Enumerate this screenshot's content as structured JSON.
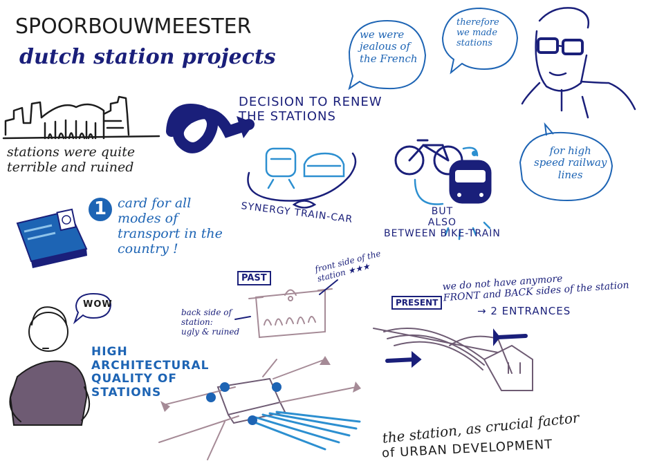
{
  "title": {
    "line1": "SPOORBOUWMEESTER",
    "line2": "dutch station projects"
  },
  "quotes": {
    "jealous": "we were\njealous of\nthe French",
    "therefore": "therefore\nwe made\nstations",
    "high_speed": "for high\nspeed railway\nlines",
    "wow": "WOW"
  },
  "stations_text": "stations were quite\nterrible and ruined",
  "decision_text": "DECISION TO RENEW\nTHE STATIONS",
  "synergy_text": "SYNERGY TRAIN-CAR",
  "bike_text": "BUT\nALSO\nBETWEEN BIKE-TRAIN",
  "card": {
    "number": "1",
    "text": "card for all\nmodes of\ntransport in the\ncountry !"
  },
  "past": {
    "label": "PAST",
    "front_text": "front side of the\nstation ★★★",
    "back_text": "back side of\nstation:\nugly & ruined"
  },
  "present": {
    "label": "PRESENT",
    "text": "we do not have anymore\nFRONT and BACK sides of the station",
    "entrances": "→ 2 ENTRANCES"
  },
  "architecture_text": "HIGH\nARCHITECTURAL\nQUALITY OF\nSTATIONS",
  "urban": {
    "line1": "the station, as crucial factor",
    "line2": "of URBAN DEVELOPMENT"
  },
  "colors": {
    "ink_black": "#1c1c1c",
    "ink_navy": "#1a1f7a",
    "ink_blue": "#1d64b4",
    "ink_teal": "#2c8fd0",
    "ink_purple": "#6e5b73",
    "ink_mauve": "#a58a96"
  }
}
